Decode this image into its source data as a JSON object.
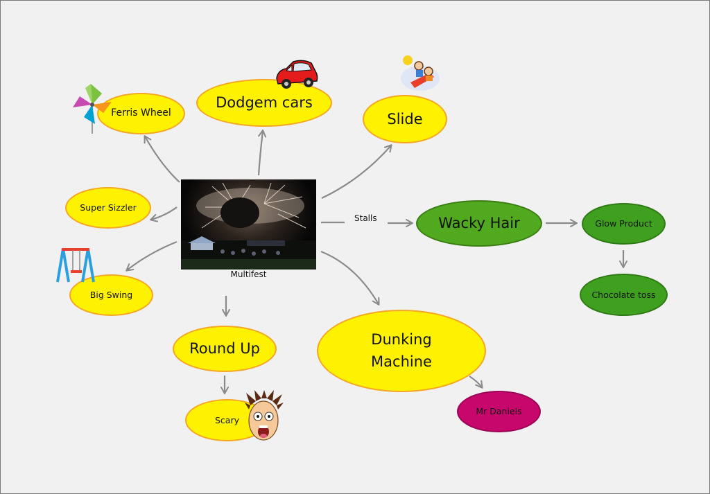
{
  "center": {
    "label": "Multifest",
    "image": "fireworks-night-photo"
  },
  "edge_labels": {
    "stalls": "Stalls"
  },
  "nodes": {
    "ferris_wheel": {
      "label": "Ferris Wheel",
      "color": "#fff200"
    },
    "dodgem_cars": {
      "label": "Dodgem cars",
      "color": "#fff200"
    },
    "slide": {
      "label": "Slide",
      "color": "#fff200"
    },
    "super_sizzler": {
      "label": "Super Sizzler",
      "color": "#fff200"
    },
    "big_swing": {
      "label": "Big Swing",
      "color": "#fff200"
    },
    "round_up": {
      "label": "Round Up",
      "color": "#fff200"
    },
    "scary": {
      "label": "Scary",
      "color": "#fff200"
    },
    "dunking_machine": {
      "label": "Dunking Machine",
      "color": "#fff200"
    },
    "mr_daniels": {
      "label": "Mr Daniels",
      "color": "#c8076d"
    },
    "wacky_hair": {
      "label": "Wacky Hair",
      "color": "#50a91e"
    },
    "glow_product": {
      "label": "Glow Product",
      "color": "#3f9f1f"
    },
    "chocolate_toss": {
      "label": "Chocolate toss",
      "color": "#3f9f1f"
    }
  },
  "icons": [
    "pinwheel-icon",
    "red-car-icon",
    "children-slide-icon",
    "swing-set-icon",
    "scared-face-icon"
  ],
  "arrow_color": "#8a8a8a"
}
